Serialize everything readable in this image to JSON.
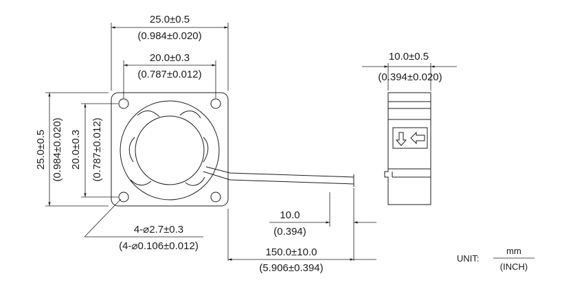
{
  "dimensions": {
    "frame_width_mm": "25.0±0.5",
    "frame_width_in": "(0.984±0.020)",
    "hole_pitch_mm": "20.0±0.3",
    "hole_pitch_in": "(0.787±0.012)",
    "frame_height_mm": "25.0±0.5",
    "frame_height_in": "(0.984±0.020)",
    "hole_pitch_v_mm": "20.0±0.3",
    "hole_pitch_v_in": "(0.787±0.012)",
    "depth_mm": "10.0±0.5",
    "depth_in": "(0.394±0.020)",
    "hole_dia_mm": "4-⌀2.7±0.3",
    "hole_dia_in": "(4-⌀0.106±0.012)",
    "strip_mm": "10.0",
    "strip_in": "(0.394)",
    "lead_mm": "150.0±10.0",
    "lead_in": "(5.906±0.394)"
  },
  "unit": {
    "label": "UNIT:",
    "numerator": "mm",
    "denominator": "(INCH)"
  }
}
